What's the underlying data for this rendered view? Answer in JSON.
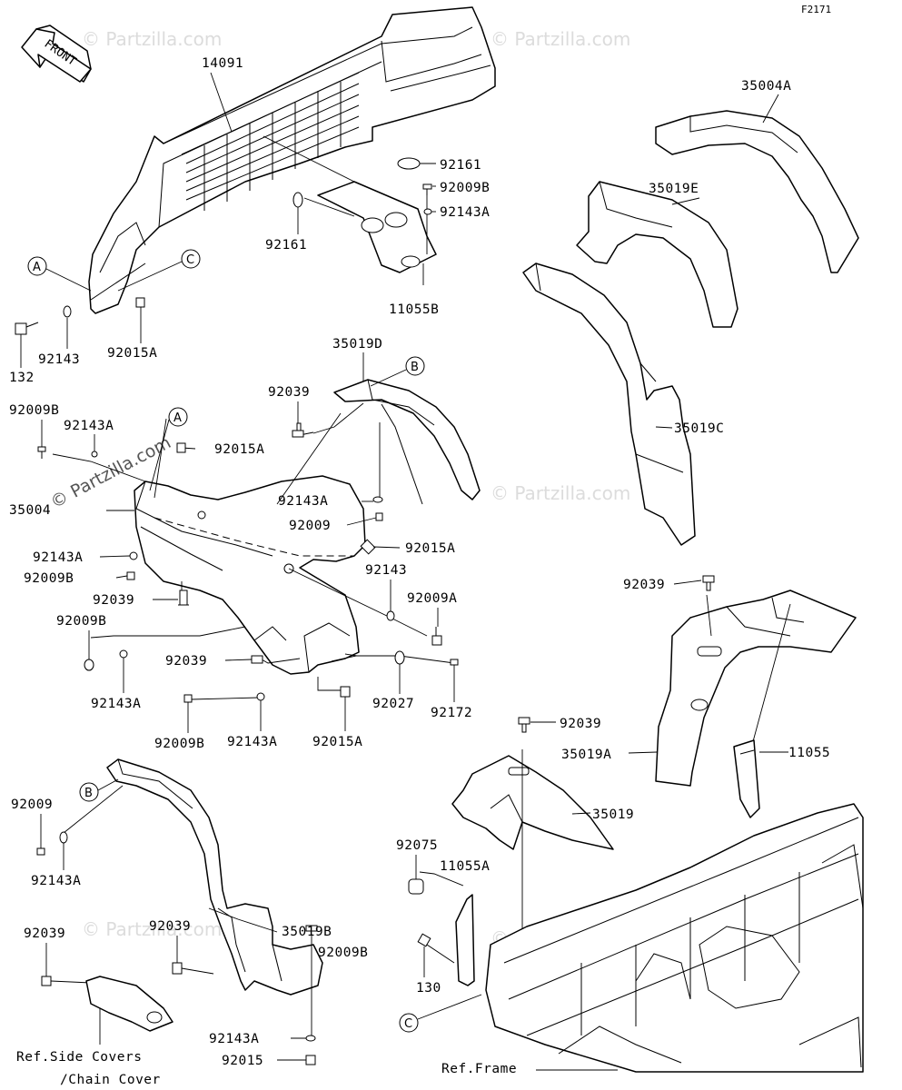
{
  "diagram_code": "F2171",
  "direction_arrow": "FRONT",
  "watermark": "© Partzilla.com",
  "callouts": {
    "a": "A",
    "b": "B",
    "c": "C"
  },
  "parts": {
    "p14091": "14091",
    "p35004A": "35004A",
    "p35019E": "35019E",
    "p35019D": "35019D",
    "p35019C": "35019C",
    "p35004": "35004",
    "p35019A": "35019A",
    "p35019": "35019",
    "p35019B": "35019B",
    "p11055": "11055",
    "p11055A": "11055A",
    "p11055B": "11055B",
    "p92161_top": "92161",
    "p92161_left": "92161",
    "p92009B_top": "92009B",
    "p92143A_top": "92143A",
    "p132": "132",
    "p92143_a": "92143",
    "p92015A_a": "92015A",
    "p92039_mid": "92039",
    "p92009B_l1": "92009B",
    "p92143A_l1": "92143A",
    "p92015A_b": "92015A",
    "p92143A_mid": "92143A",
    "p92009_mid": "92009",
    "p92143A_l2": "92143A",
    "p92009B_l2": "92009B",
    "p92015A_c": "92015A",
    "p92143_b": "92143",
    "p92009A": "92009A",
    "p92039_l": "92039",
    "p92009B_l3": "92009B",
    "p92039_c": "92039",
    "p92143A_l3": "92143A",
    "p92027": "92027",
    "p92172": "92172",
    "p92009B_b": "92009B",
    "p92143A_b": "92143A",
    "p92015A_d": "92015A",
    "p92039_r1": "92039",
    "p92039_r2": "92039",
    "p92009_bl": "92009",
    "p92143A_bl": "92143A",
    "p92039_bl": "92039",
    "p92039_bm": "92039",
    "p92009B_bm": "92009B",
    "p92143A_bm": "92143A",
    "p92015_bm": "92015",
    "p92075": "92075",
    "p130": "130"
  },
  "refs": {
    "side_covers_line1": "Ref.Side Covers",
    "side_covers_line2": "/Chain Cover",
    "frame": "Ref.Frame"
  }
}
